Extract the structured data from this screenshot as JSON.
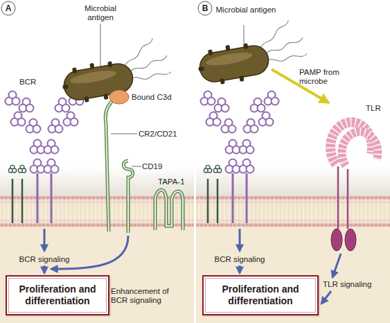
{
  "diagram": {
    "nodes": [
      {
        "text": [
          "Proliferation and differentiation"
        ]
      },
      {
        "text": [
          "Proliferation and differentiation"
        ]
      }
    ],
    "labels": [
      "A",
      "Microbial antigen",
      "BCR",
      "Bound C3d",
      "CR2/CD21",
      "CD19",
      "TAPA-1",
      "BCR signaling",
      "Enhancement of BCR signaling",
      "B",
      "Microbial antigen",
      "PAMP from microbe",
      "TLR",
      "BCR signaling",
      "TLR signaling"
    ]
  }
}
